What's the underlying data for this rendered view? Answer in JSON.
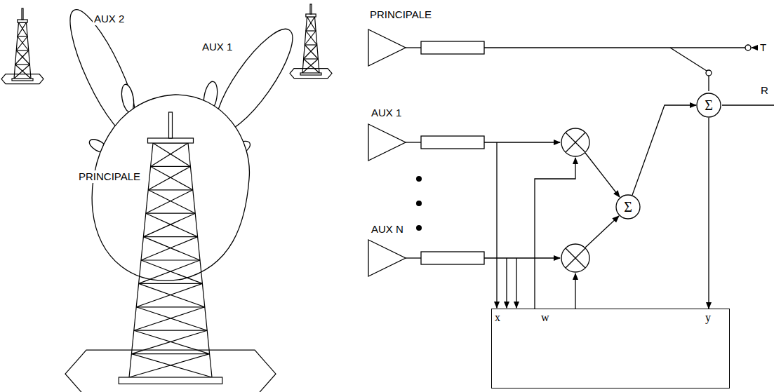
{
  "diagram": {
    "nodes": [
      {
        "text": [
          "Σ"
        ]
      },
      {
        "text": [
          "Σ"
        ]
      },
      {
        "text": [
          "x",
          "w",
          "y"
        ]
      }
    ],
    "edges": [
      {
        "from": 1,
        "to": 0,
        "arrow": "to"
      },
      {
        "from": 0,
        "to": 2,
        "arrow": "to"
      }
    ],
    "labels": [
      "AUX 2",
      "AUX 1",
      "PRINCIPALE",
      "PRINCIPALE",
      "T",
      "R",
      "AUX 1",
      "AUX N"
    ]
  }
}
